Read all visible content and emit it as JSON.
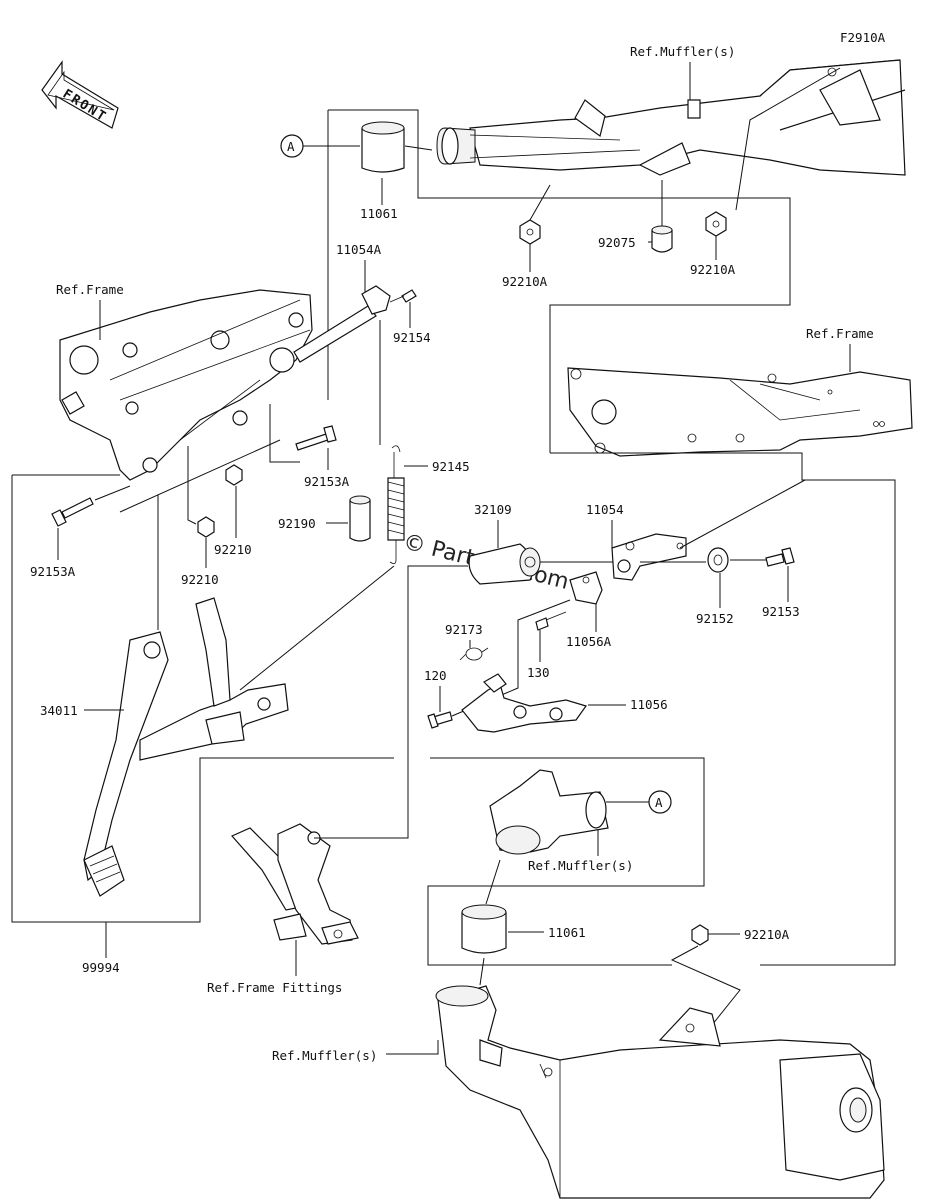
{
  "figure_code": "F2910A",
  "front_label": "FRONT",
  "watermark": "© Partzilla.com",
  "ref_labels": {
    "muffler_top": "Ref.Muffler(s)",
    "frame_left": "Ref.Frame",
    "frame_right": "Ref.Frame",
    "muffler_mid": "Ref.Muffler(s)",
    "frame_fittings": "Ref.Frame Fittings",
    "muffler_bottom": "Ref.Muffler(s)"
  },
  "callout_a": "A",
  "parts": {
    "p11061_top": "11061",
    "p11054A": "11054A",
    "p92154": "92154",
    "p92210A_l": "92210A",
    "p92075": "92075",
    "p92210A_r": "92210A",
    "p92153A_mid": "92153A",
    "p92145": "92145",
    "p92190": "92190",
    "p92210_r": "92210",
    "p92210_l": "92210",
    "p92153A_left": "92153A",
    "p32109": "32109",
    "p11054": "11054",
    "p92173": "92173",
    "p11056A": "11056A",
    "p92152": "92152",
    "p92153": "92153",
    "p130": "130",
    "p120": "120",
    "p11056": "11056",
    "p34011": "34011",
    "p11061_bottom": "11061",
    "p92210A_bottom": "92210A",
    "p99994": "99994"
  }
}
